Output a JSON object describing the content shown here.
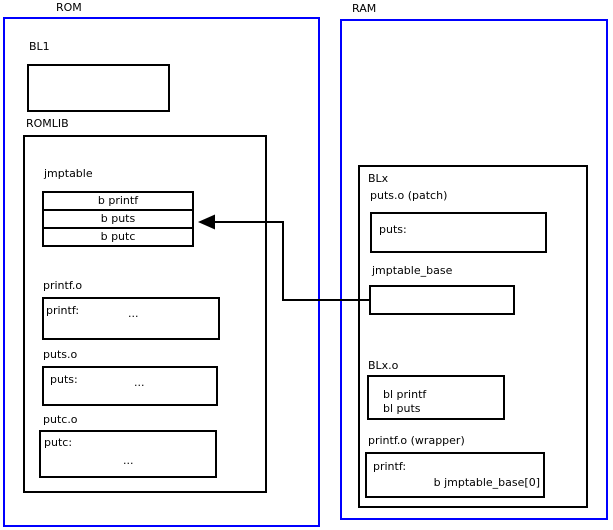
{
  "rom": {
    "title": "ROM",
    "bl1_label": "BL1",
    "romlib_label": "ROMLIB",
    "jmptable": {
      "label": "jmptable",
      "rows": [
        "b printf",
        "b puts",
        "b putc"
      ]
    },
    "printf_o": {
      "label": "printf.o",
      "symbol": "printf:",
      "ellipsis": "..."
    },
    "puts_o": {
      "label": "puts.o",
      "symbol": "puts:",
      "ellipsis": "..."
    },
    "putc_o": {
      "label": "putc.o",
      "symbol": "putc:",
      "ellipsis": "..."
    }
  },
  "ram": {
    "title": "RAM",
    "blx_label": "BLx",
    "puts_patch": {
      "label": "puts.o (patch)",
      "symbol": "puts:"
    },
    "jmptable_base_label": "jmptable_base",
    "blx_o": {
      "label": "BLx.o",
      "line1": "bl printf",
      "line2": "bl puts"
    },
    "printf_wrapper": {
      "label": "printf.o (wrapper)",
      "symbol": "printf:",
      "body": "b jmptable_base[0]"
    }
  },
  "colors": {
    "region_frame": "#0000ff",
    "box_line": "#000000",
    "background": "#ffffff"
  }
}
